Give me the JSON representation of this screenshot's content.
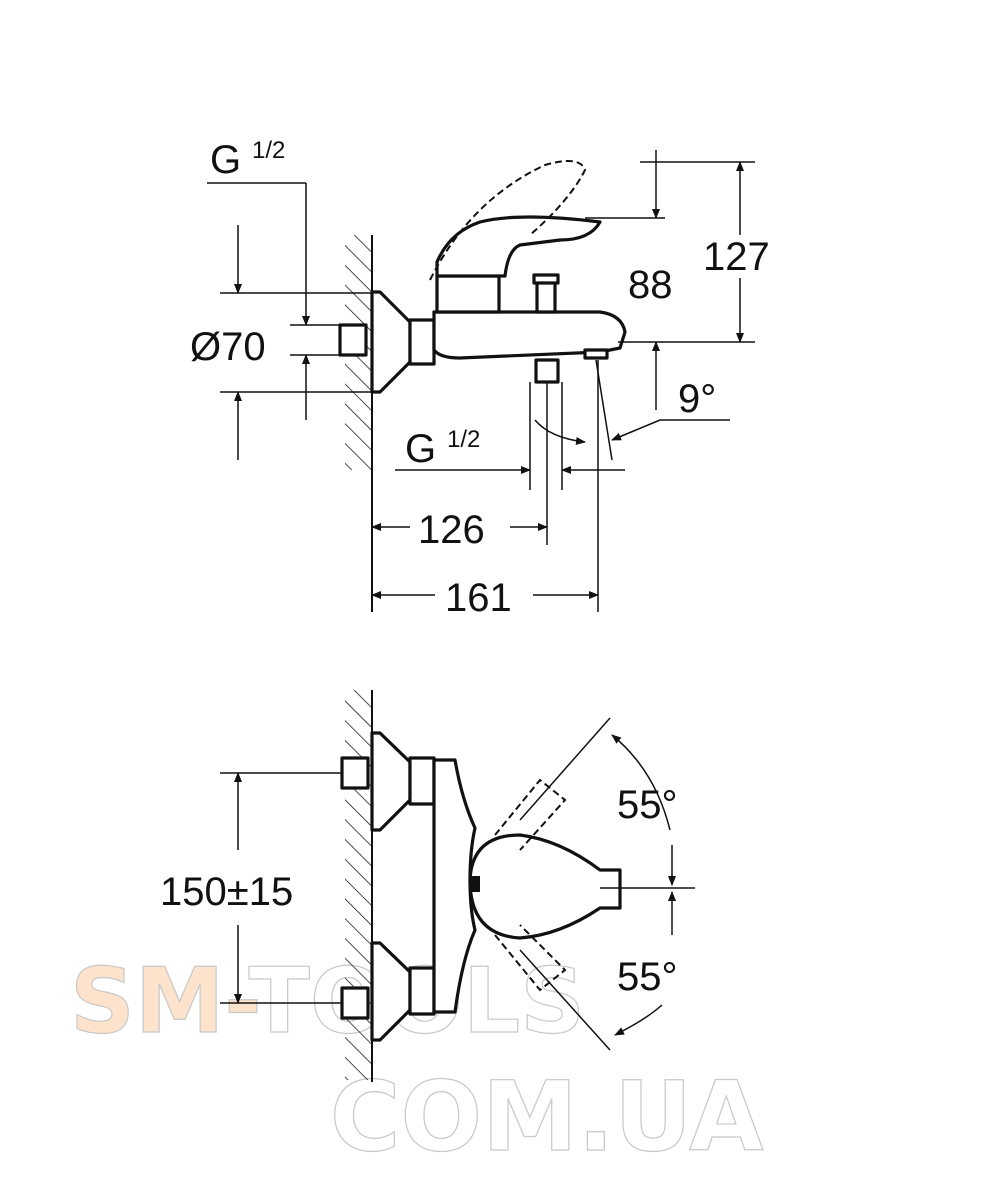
{
  "side_view": {
    "inlet_thread_top": {
      "main": "G",
      "fraction": "1/2"
    },
    "inlet_thread_bottom": {
      "main": "G",
      "fraction": "1/2"
    },
    "escutcheon_diameter": "Ø70",
    "spout_height": "88",
    "total_height": "127",
    "spout_angle": "9°",
    "outlet_projection": "126",
    "total_projection": "161"
  },
  "top_view": {
    "inlet_spacing": "150±15",
    "lever_angle_up": "55°",
    "lever_angle_down": "55°"
  },
  "watermark": {
    "line1_accent": "SM-",
    "line1_rest": "TOOLS",
    "line2": "COM.UA"
  },
  "colors": {
    "line": "#111111",
    "watermark_accent": "#fde3cc",
    "watermark_outline": "#c8c8c8"
  }
}
